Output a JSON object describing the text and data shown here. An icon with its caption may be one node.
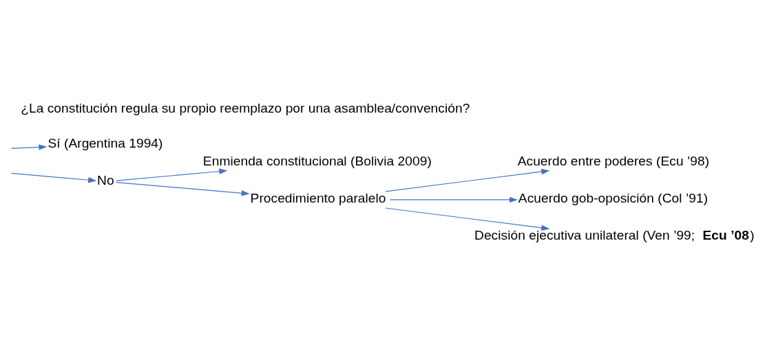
{
  "diagram": {
    "title": "¿La constitución regula su propio reemplazo por una asamblea/convención?",
    "nodes": [
      {
        "text": [
          "Sí (Argentina 1994)"
        ]
      },
      {
        "text": [
          "No"
        ]
      },
      {
        "text": [
          "Enmienda constitucional (Bolivia 2009)"
        ]
      },
      {
        "text": [
          "Procedimiento paralelo"
        ]
      },
      {
        "text": [
          "Acuerdo entre poderes (Ecu ’98)"
        ]
      },
      {
        "text": [
          "Acuerdo gob-oposición (Col ’91)"
        ]
      },
      {
        "text": [
          "Decisión ejecutiva unilateral (Ven ’99; **Ecu ’08**)"
        ]
      }
    ],
    "edges": [
      {
        "from": null,
        "to": 0,
        "arrow": "to"
      },
      {
        "from": null,
        "to": 1,
        "arrow": "to"
      },
      {
        "from": 1,
        "to": 2,
        "arrow": "to"
      },
      {
        "from": 1,
        "to": 3,
        "arrow": "to"
      },
      {
        "from": 3,
        "to": 4,
        "arrow": "to"
      },
      {
        "from": 3,
        "to": 5,
        "arrow": "to"
      },
      {
        "from": 3,
        "to": 6,
        "arrow": "to"
      }
    ]
  }
}
